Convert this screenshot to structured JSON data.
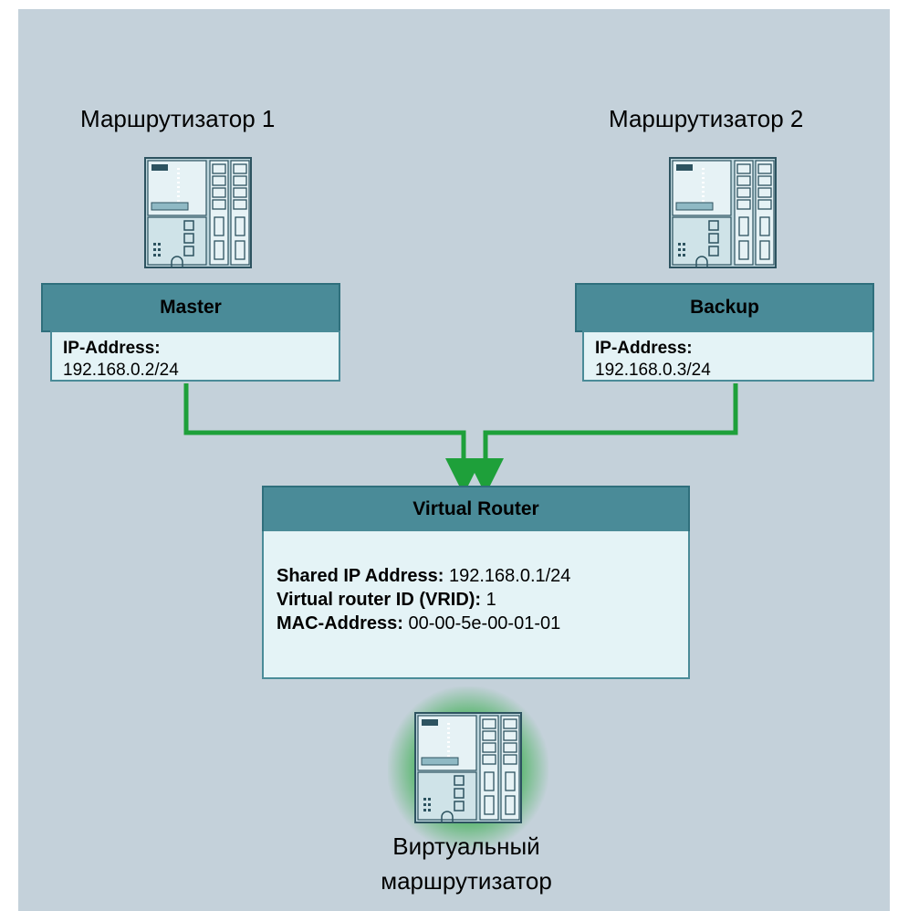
{
  "routers": {
    "left": {
      "title": "Маршрутизатор 1",
      "role": "Master",
      "ip_label": "IP-Address:",
      "ip": "192.168.0.2/24"
    },
    "right": {
      "title": "Маршрутизатор 2",
      "role": "Backup",
      "ip_label": "IP-Address:",
      "ip": "192.168.0.3/24"
    }
  },
  "virtual_router": {
    "header": "Virtual Router",
    "shared_ip_label": "Shared IP Address:",
    "shared_ip": "192.168.0.1/24",
    "vrid_label": "Virtual router ID (VRID):",
    "vrid": "1",
    "mac_label": "MAC-Address:",
    "mac": "00-00-5e-00-01-01"
  },
  "bottom_label": {
    "line1": "Виртуальный",
    "line2": "маршрутизатор"
  },
  "colors": {
    "background": "#c4d1da",
    "header": "#4a8b98",
    "body": "#e4f3f6",
    "link": "#1ea03a",
    "glow": "#3caf50"
  },
  "icons": {
    "router": "router-device-icon"
  }
}
